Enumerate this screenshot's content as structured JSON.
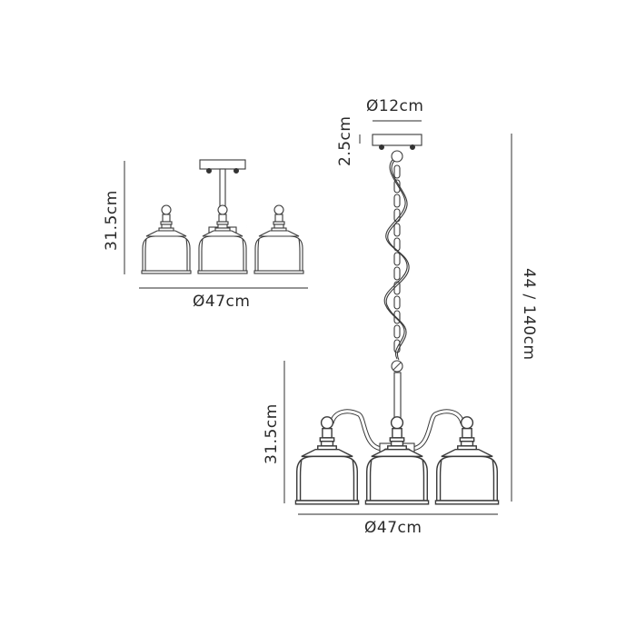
{
  "semi_flush": {
    "height_label": "31.5cm",
    "diameter_label": "Ø47cm"
  },
  "pendant": {
    "ceiling_plate_diameter_label": "Ø12cm",
    "ceiling_plate_height_label": "2.5cm",
    "overall_drop_label": "44 / 140cm",
    "body_height_label": "31.5cm",
    "diameter_label": "Ø47cm"
  },
  "colors": {
    "line": "#555555",
    "background": "#ffffff"
  }
}
